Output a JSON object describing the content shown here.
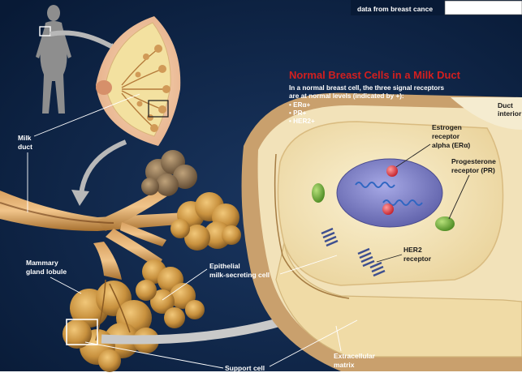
{
  "header": {
    "caption": "data from breast cance"
  },
  "panel": {
    "title": "Normal Breast Cells in a Milk Duct",
    "intro_line1": "In a normal breast cell, the three signal receptors",
    "intro_line2": "are at normal levels (indicated by +):",
    "bullets": [
      "• ERα+",
      "• PR+",
      "• HER2+"
    ]
  },
  "labels": {
    "milk_duct_1": "Milk",
    "milk_duct_2": "duct",
    "lobule_1": "Mammary",
    "lobule_2": "gland lobule",
    "epithelial_1": "Epithelial",
    "epithelial_2": "milk-secreting cell",
    "support_cell": "Support cell",
    "ecm_1": "Extracellular",
    "ecm_2": "matrix",
    "duct_interior_1": "Duct",
    "duct_interior_2": "interior",
    "estrogen_1": "Estrogen",
    "estrogen_2": "receptor",
    "estrogen_3": "alpha (ERα)",
    "progesterone_1": "Progesterone",
    "progesterone_2": "receptor (PR)",
    "her2_1": "HER2",
    "her2_2": "receptor"
  },
  "colors": {
    "background": "#0d2142",
    "title_red": "#d21f1f",
    "lobule_tan": "#c8913e",
    "cell_cream": "#f1dfb0",
    "nucleus_blue": "#7d7fc8",
    "er_red": "#e0373f",
    "pr_green": "#6fae35"
  }
}
